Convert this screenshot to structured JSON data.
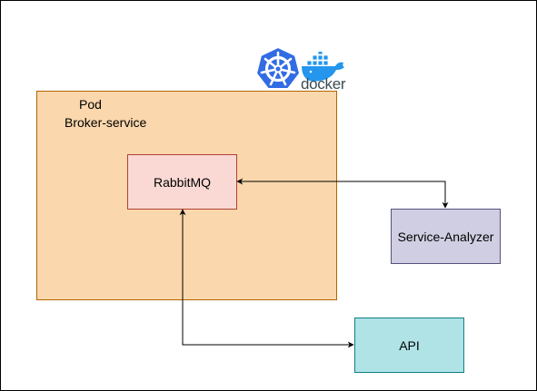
{
  "pod": {
    "title": "Pod",
    "name": "Broker-service"
  },
  "nodes": {
    "rabbitmq": "RabbitMQ",
    "analyzer": "Service-Analyzer",
    "api": "API"
  },
  "logos": {
    "kubernetes": "kubernetes-wheel-icon",
    "docker": "docker-whale-icon",
    "docker_word": "docker"
  },
  "colors": {
    "pod_fill": "#fad7ac",
    "pod_stroke": "#b46504",
    "rabbitmq_fill": "#fad9d5",
    "rabbitmq_stroke": "#ae4132",
    "analyzer_fill": "#d0cee2",
    "analyzer_stroke": "#56517e",
    "api_fill": "#b0e3e6",
    "api_stroke": "#0e8088",
    "kubernetes_blue": "#326ce5",
    "docker_blue": "#2496ed"
  },
  "connections": [
    {
      "from": "RabbitMQ",
      "to": "Service-Analyzer",
      "bidirectional": true
    },
    {
      "from": "RabbitMQ",
      "to": "API",
      "bidirectional": true
    }
  ]
}
